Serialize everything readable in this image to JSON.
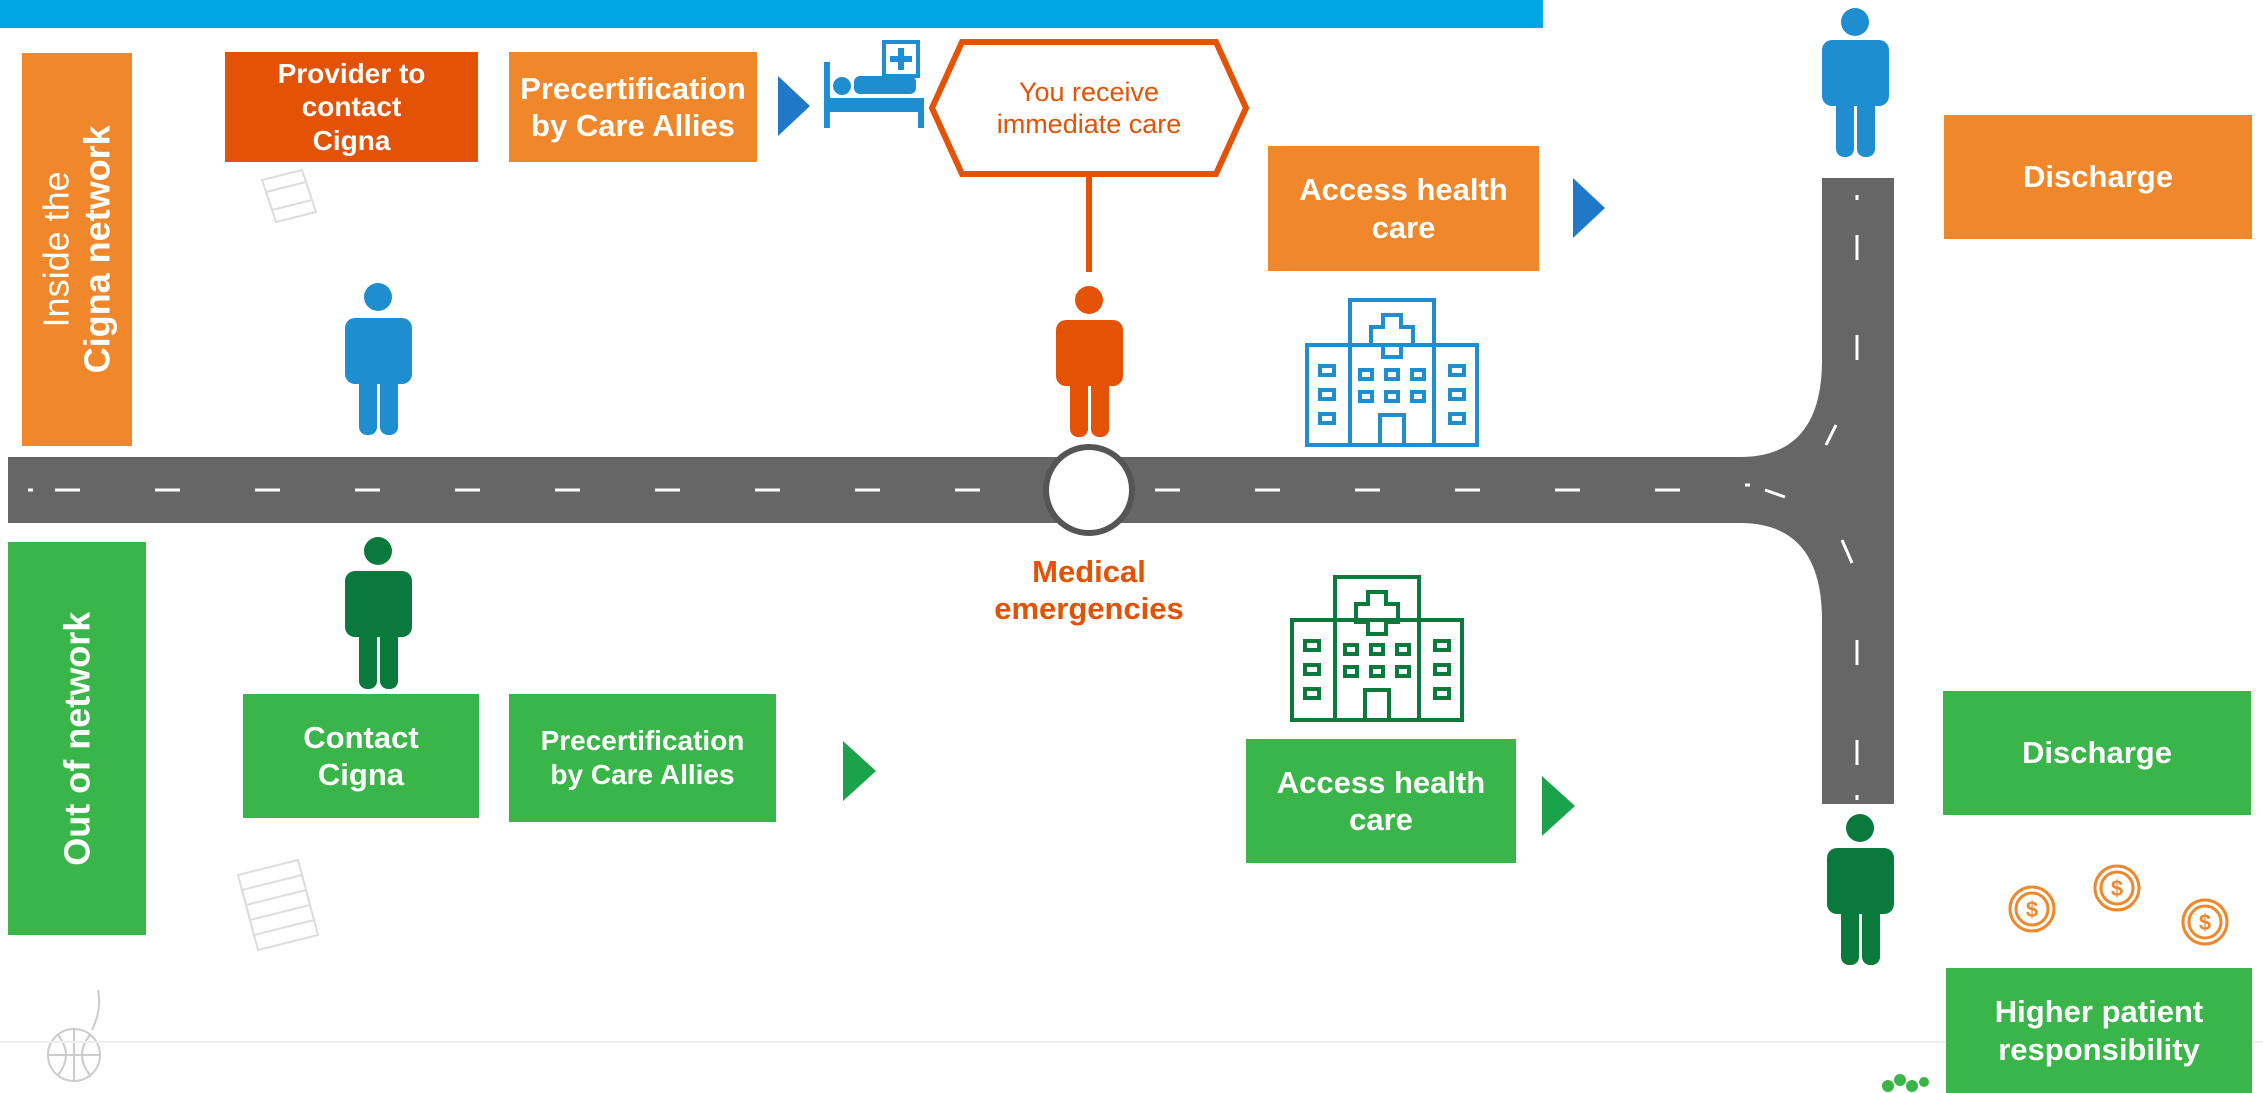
{
  "colors": {
    "blue_bar": "#00a6e2",
    "orange": "#f0872a",
    "dark_orange": "#e35205",
    "green": "#3ab54a",
    "dark_green": "#0a7a3c",
    "blue": "#1f8ed0",
    "road": "#666666"
  },
  "inside": {
    "label_line1": "Inside the",
    "label_line2": "Cigna network",
    "provider_contact": "Provider to\ncontact\nCigna",
    "precert": "Precertification\nby Care Allies",
    "immediate_care": "You receive\nimmediate care",
    "access_care": "Access health\ncare",
    "discharge": "Discharge"
  },
  "emergency": {
    "label": "Medical\nemergencies"
  },
  "outside": {
    "label": "Out of network",
    "contact": "Contact\nCigna",
    "precert": "Precertification\nby Care Allies",
    "access_care": "Access health\ncare",
    "discharge": "Discharge",
    "responsibility": "Higher patient\nresponsibility"
  },
  "icons": {
    "person_blue": "person-icon",
    "person_green": "person-icon",
    "person_orange": "person-icon",
    "hospital": "hospital-icon",
    "hospital_bed": "hospital-bed-icon",
    "coin": "dollar-coin-icon",
    "arrow": "play-arrow-icon"
  }
}
